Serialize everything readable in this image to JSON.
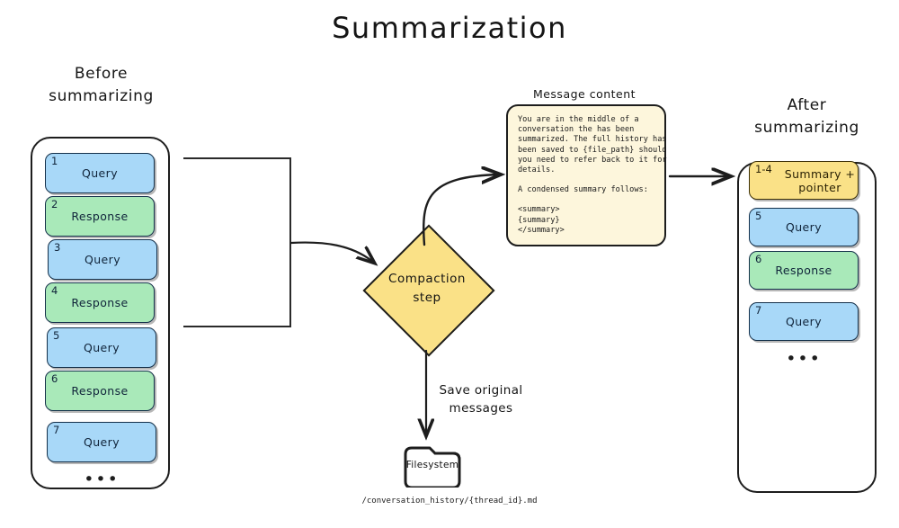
{
  "title": "Summarization",
  "before": {
    "label_line1": "Before",
    "label_line2": "summarizing",
    "ellipsis": "•••",
    "cards": [
      {
        "num": "1",
        "label": "Query",
        "kind": "query"
      },
      {
        "num": "2",
        "label": "Response",
        "kind": "response"
      },
      {
        "num": "3",
        "label": "Query",
        "kind": "query"
      },
      {
        "num": "4",
        "label": "Response",
        "kind": "response"
      },
      {
        "num": "5",
        "label": "Query",
        "kind": "query"
      },
      {
        "num": "6",
        "label": "Response",
        "kind": "response"
      },
      {
        "num": "7",
        "label": "Query",
        "kind": "query"
      }
    ]
  },
  "after": {
    "label_line1": "After",
    "label_line2": "summarizing",
    "ellipsis": "•••",
    "cards": [
      {
        "num": "1-4",
        "label": "Summary +\npointer",
        "kind": "summary"
      },
      {
        "num": "5",
        "label": "Query",
        "kind": "query"
      },
      {
        "num": "6",
        "label": "Response",
        "kind": "response"
      },
      {
        "num": "7",
        "label": "Query",
        "kind": "query"
      }
    ]
  },
  "compaction": {
    "line1": "Compaction",
    "line2": "step"
  },
  "message_content": {
    "caption": "Message content",
    "lines": [
      "You are in the middle of a",
      "conversation the has been",
      "summarized. The full history has",
      "been saved to {file_path} should",
      "you need to refer back to it for",
      "details.",
      "",
      "A condensed summary follows:",
      "",
      "<summary>",
      "{summary}",
      "</summary>"
    ]
  },
  "filesystem": {
    "save_label_line1": "Save original",
    "save_label_line2": "messages",
    "node_label": "Filesystem",
    "path": "/conversation_history/{thread_id}.md"
  },
  "colors": {
    "query": "#a8d8f8",
    "response": "#a9e9b9",
    "summary": "#fae187",
    "message_box": "#fdf6dc",
    "stroke": "#1d1d1d",
    "page": "#ffffff"
  }
}
